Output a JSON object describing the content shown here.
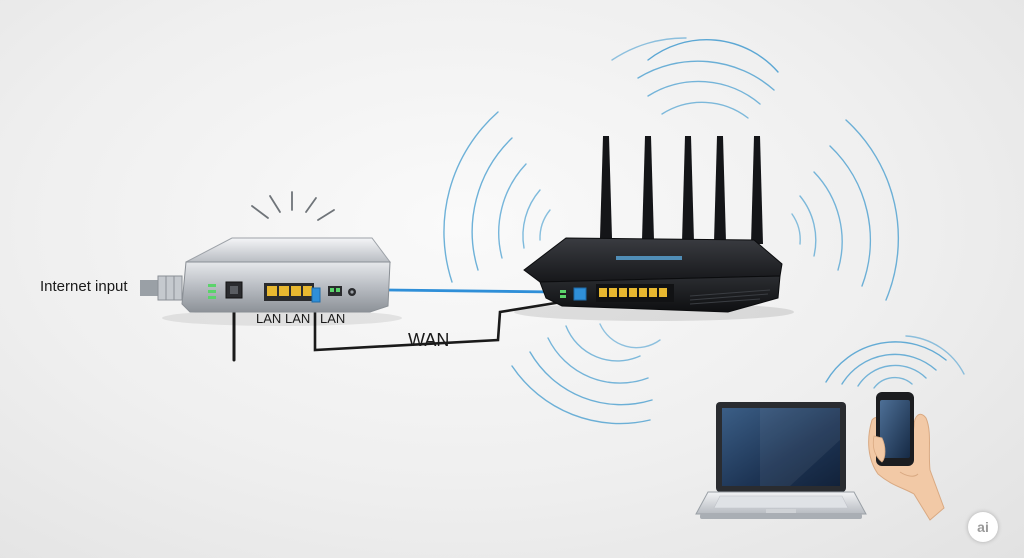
{
  "labels": {
    "internet_input": "Internet input",
    "lan_1": "LAN",
    "lan_2": "LAN",
    "lan_3": "LAN",
    "wan": "WAN"
  },
  "badge": {
    "text": "ai"
  },
  "colors": {
    "wifi_wave": "#4a9fd0",
    "ethernet_cable_blue": "#2f8fd8",
    "ethernet_cable_black": "#1a1a1a",
    "lan_port_yellow": "#e8b830",
    "router_body": "#1e1f22",
    "modem_body": "#c9ccd1"
  },
  "icons": [
    "wifi-wave-icon",
    "signal-spark-icon"
  ]
}
